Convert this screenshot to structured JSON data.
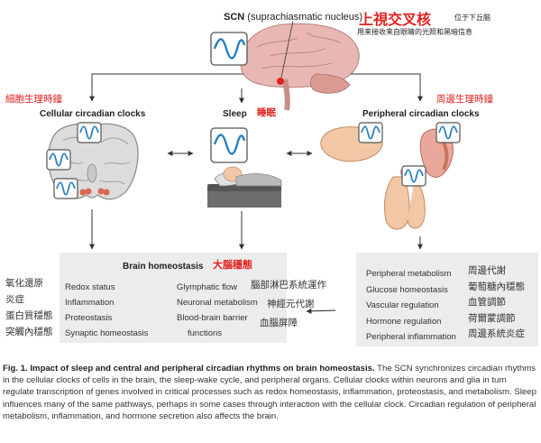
{
  "top": {
    "scn_label": "SCN",
    "scn_sub": "(suprachiasmatic nucleus)",
    "scn_cn": "上視交叉核",
    "scn_cn_note": "位于下丘脑",
    "scn_cn_desc": "用来接收来自眼睛的光照和黑暗信息"
  },
  "branches": {
    "cellular_label": "Cellular circadian clocks",
    "cellular_cn": "細胞生理時鐘",
    "sleep_label": "Sleep",
    "sleep_cn": "睡眠",
    "peripheral_label": "Peripheral circadian clocks",
    "peripheral_cn": "周邊生理時鐘"
  },
  "brain_homeostasis": {
    "title": "Brain homeostasis",
    "title_cn": "大腦穩態",
    "left_items": [
      "Redox status",
      "Inflammation",
      "Proteostasis",
      "Synaptic homeostasis"
    ],
    "left_cn": [
      "氧化還原",
      "炎症",
      "蛋白質穩態",
      "突觸內穩態"
    ],
    "right_items": [
      "Glymphatic flow",
      "Neuronal metabolism",
      "Blood-brain barrier",
      "functions"
    ],
    "right_cn": [
      "腦部淋巴系統運作",
      "神經元代謝",
      "血腦屏障"
    ]
  },
  "peripheral": {
    "items": [
      "Peripheral metabolism",
      "Glucose homeostasis",
      "Vascular regulation",
      "Hormone regulation",
      "Peripheral inflammation"
    ],
    "items_cn": [
      "周邊代謝",
      "葡萄糖內穩態",
      "血管調節",
      "荷爾蒙調節",
      "周邊系統炎症"
    ]
  },
  "caption": {
    "title": "Fig. 1. Impact of sleep and central and peripheral circadian rhythms on brain homeostasis.",
    "body": "The SCN synchronizes circadian rhythms in the cellular clocks of cells in the brain, the sleep-wake cycle, and peripheral organs. Cellular clocks within neurons and glia in turn regulate transcription of genes involved in critical processes such as redox homeostasis, inflammation, proteostasis, and metabolism. Sleep influences many of the same pathways, perhaps in some cases through interaction with the cellular clock. Circadian regulation of peripheral metabolism, inflammation, and hormone secretion also affects the brain."
  },
  "colors": {
    "accent_red": "#e0201c",
    "wave_blue": "#2a7fbf",
    "panel_gray": "#ececec",
    "brain_pink": "#e9b7b3",
    "organ_peach": "#f2c7a6"
  }
}
